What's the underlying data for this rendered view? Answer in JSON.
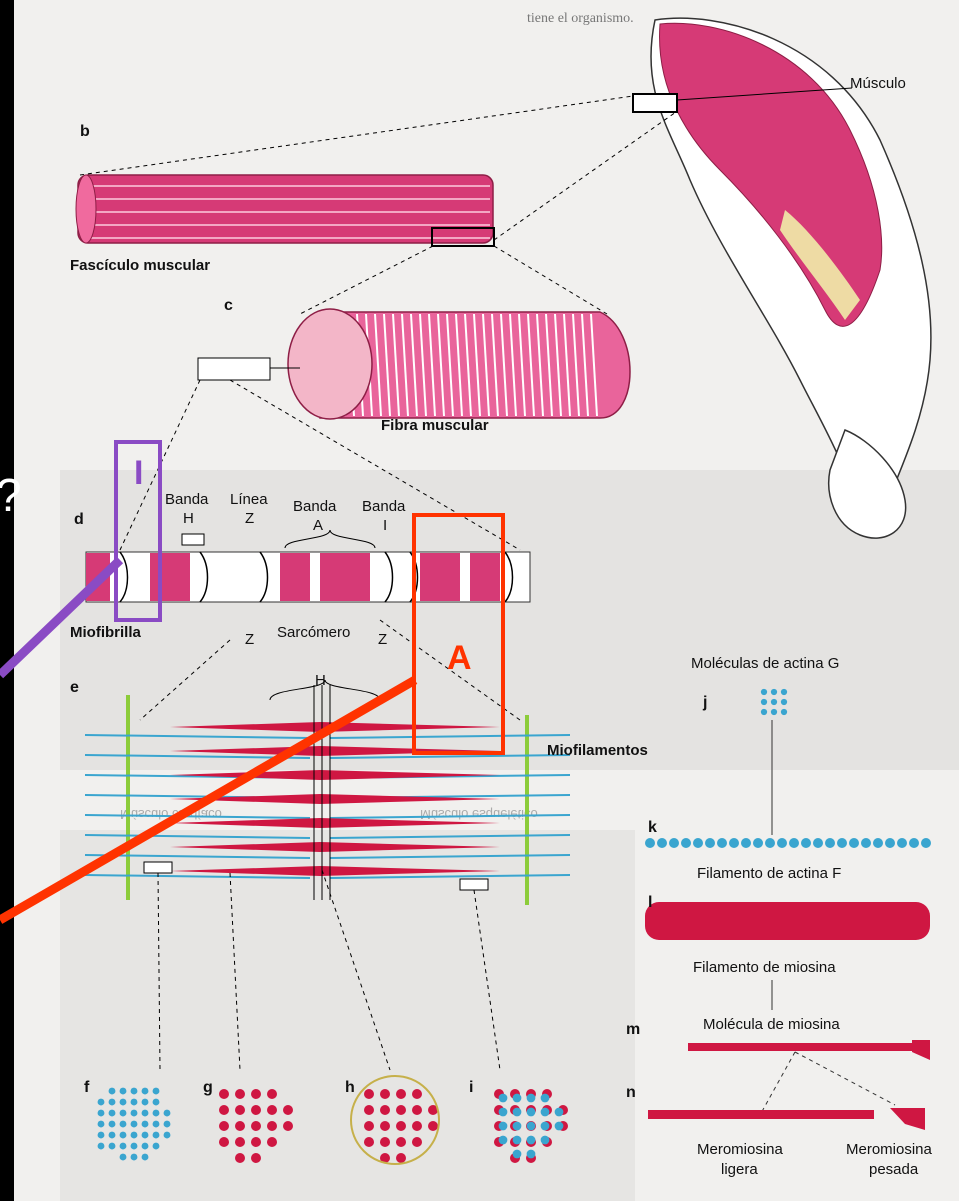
{
  "colors": {
    "muscle": "#d63a76",
    "muscle_dark": "#8e1e46",
    "myosin": "#cf1742",
    "actin_thin": "#3aa5cf",
    "zline": "#8ccc3a",
    "marker_A": "#ff3300",
    "marker_I": "#8a4bc4"
  },
  "panels": {
    "b": "b",
    "c": "c",
    "d": "d",
    "e": "e",
    "f": "f",
    "g": "g",
    "h": "h",
    "i": "i",
    "j": "j",
    "k": "k",
    "l": "l",
    "m": "m",
    "n": "n"
  },
  "labels": {
    "musculo": "Músculo",
    "fasciculo": "Fascículo muscular",
    "fibra": "Fibra muscular",
    "miofibrilla": "Miofibrilla",
    "banda_h_1": "Banda",
    "banda_h_2": "H",
    "linea_z_1": "Línea",
    "linea_z_2": "Z",
    "banda_a_1": "Banda",
    "banda_a_2": "A",
    "banda_i_1": "Banda",
    "banda_i_2": "I",
    "z_bottom_left": "Z",
    "sarcomero": "Sarcómero",
    "z_bottom_right": "Z",
    "h_top": "H",
    "miofilamentos": "Miofilamentos",
    "actina_g": "Moléculas de actina G",
    "actina_f": "Filamento de actina F",
    "miosina_fil": "Filamento de miosina",
    "miosina_mol": "Molécula de miosina",
    "mero_ligera_1": "Meromiosina",
    "mero_ligera_2": "ligera",
    "mero_pesada_1": "Meromiosina",
    "mero_pesada_2": "pesada"
  },
  "markers": {
    "I": "I",
    "A": "A"
  },
  "edge_glyph": "?",
  "background_text": {
    "top_right": "tiene el organismo.",
    "micro_left_caption": "Músculo cardíaco",
    "micro_right_caption": "Músculo esquelético"
  }
}
